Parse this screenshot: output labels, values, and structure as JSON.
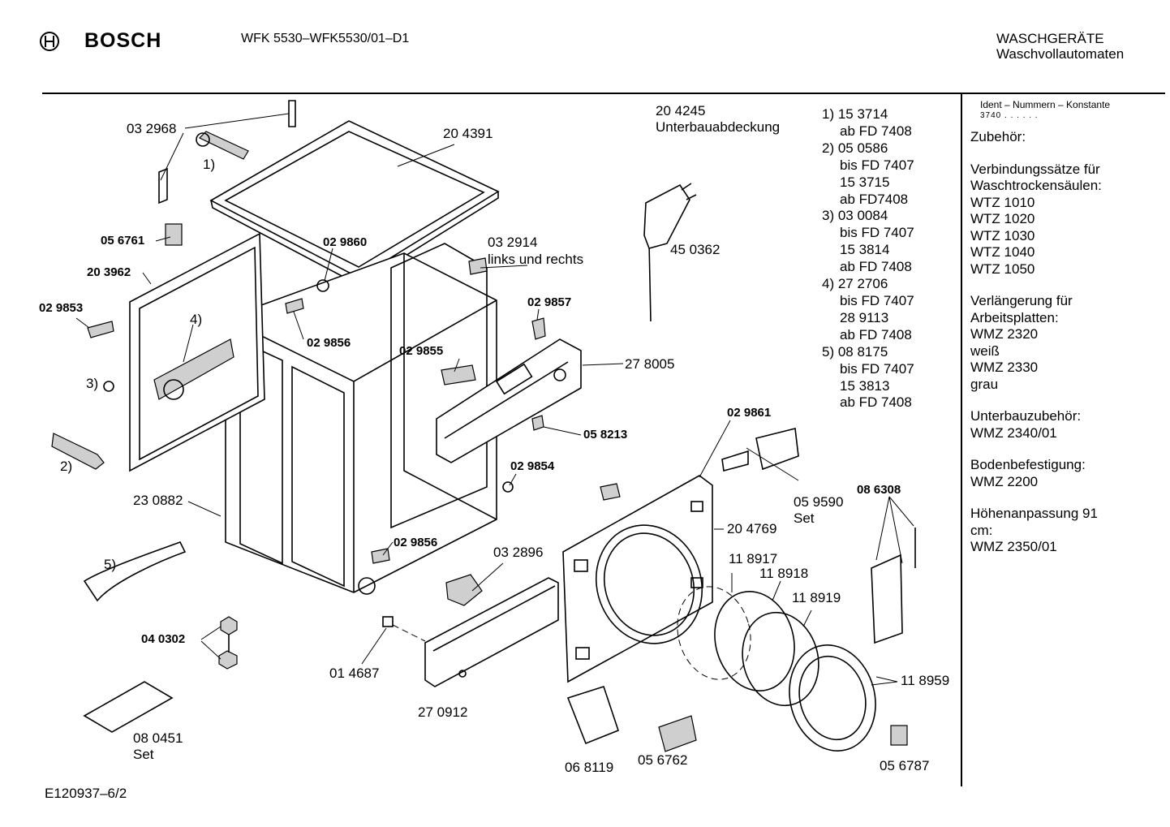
{
  "header": {
    "brand": "BOSCH",
    "model": "WFK 5530–WFK5530/01–D1",
    "category_line1": "WASCHGERÄTE",
    "category_line2": "Waschvollautomaten"
  },
  "footer": {
    "code": "E120937–6/2"
  },
  "sidebar": {
    "ident_heading": "Ident – Nummern – Konstante",
    "ident_value": "3740 . . . . . .",
    "sections": [
      [
        "Zubehör:"
      ],
      [
        "Verbindungssätze für",
        "Waschtrockensäulen:",
        "WTZ 1010",
        "WTZ 1020",
        "WTZ 1030",
        "WTZ 1040",
        "WTZ 1050"
      ],
      [
        "Verlängerung für",
        "Arbeitsplatten:",
        "WMZ 2320",
        "weiß",
        "WMZ 2330",
        "grau"
      ],
      [
        "Unterbauzubehör:",
        "WMZ 2340/01"
      ],
      [
        "Bodenbefestigung:",
        "WMZ 2200"
      ],
      [
        "Höhenanpassung 91",
        "cm:",
        "WMZ 2350/01"
      ]
    ]
  },
  "notes": [
    "1) 15 3714",
    "ab FD 7408",
    "2) 05 0586",
    "bis FD 7407",
    "15 3715",
    "ab FD7408",
    "3) 03 0084",
    "bis FD 7407",
    "15 3814",
    "ab FD 7408",
    "4) 27 2706",
    "bis FD 7407",
    "28 9113",
    "ab FD 7408",
    "5) 08 8175",
    "bis FD 7407",
    "15 3813",
    "ab FD 7408"
  ],
  "labels": {
    "p204245": "20 4245",
    "p204245_desc": "Unterbauabdeckung",
    "p032968": "03 2968",
    "ref1": "1)",
    "p204391": "20 4391",
    "p056761": "05 6761",
    "p029860": "02 9860",
    "p032914": "03 2914",
    "p032914_desc": "links und rechts",
    "p450362": "45 0362",
    "p203962": "20 3962",
    "p029853": "02 9853",
    "ref4": "4)",
    "p029857": "02 9857",
    "p029856a": "02 9856",
    "p029855": "02 9855",
    "p278005": "27 8005",
    "ref3": "3)",
    "p058213": "05 8213",
    "p029861": "02 9861",
    "ref2": "2)",
    "p029854": "02 9854",
    "p059590": "05 9590",
    "p059590_set": "Set",
    "p086308": "08 6308",
    "p230882": "23 0882",
    "p204769": "20 4769",
    "p029856b": "02 9856",
    "p032896": "03 2896",
    "ref5": "5)",
    "p118917": "11 8917",
    "p118918": "11 8918",
    "p118919": "11 8919",
    "p040302": "04 0302",
    "p014687": "01 4687",
    "p118959": "11 8959",
    "p270912": "27 0912",
    "p080451": "08 0451",
    "p080451_set": "Set",
    "p068119": "06 8119",
    "p056762": "05 6762",
    "p056787": "05 6787"
  }
}
